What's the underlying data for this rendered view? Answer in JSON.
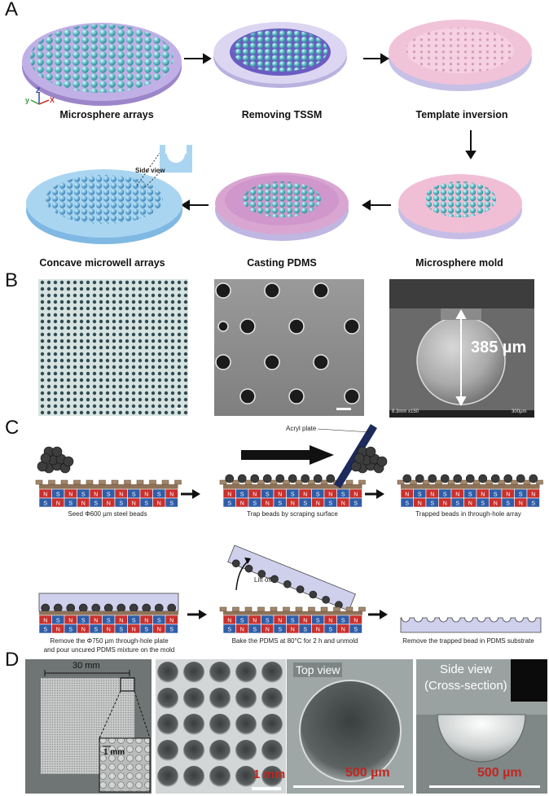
{
  "panels": {
    "a": {
      "letter": "A",
      "captions": [
        "Microsphere arrays",
        "Removing TSSM",
        "Template inversion",
        "Microsphere mold",
        "Casting PDMS",
        "Concave microwell arrays"
      ],
      "side_view_label": "Side view",
      "axes": {
        "z": "Z",
        "x": "X",
        "y": "y"
      }
    },
    "b": {
      "letter": "B",
      "measure_label": "385 µm",
      "sem_footer_left": "8.3mm x150",
      "sem_footer_right": "300µm"
    },
    "c": {
      "letter": "C",
      "acryl_label": "Acryl plate",
      "lift_label": "Lift off",
      "steps": [
        "Seed Φ600 µm steel beads",
        "Trap beads by scraping surface",
        "Trapped beads in through-hole array",
        "Remove the Φ750 µm through-hole plate",
        "and pour uncured PDMS mixture on the mold",
        "Bake the PDMS at 80°C for 2 h and unmold",
        "Remove the trapped bead in PDMS substrate"
      ],
      "magnet_n": "N",
      "magnet_s": "S"
    },
    "d": {
      "letter": "D",
      "dim_30": "30 mm",
      "dim_1": "1 mm",
      "scale_1mm": "1 mm",
      "top_view": "Top view",
      "side_view_1": "Side view",
      "side_view_2": "(Cross-section)",
      "scale_500_a": "500 µm",
      "scale_500_b": "500 µm"
    }
  },
  "colors": {
    "sphere": "#6fc6cf",
    "disk_purple": "#b7a6df",
    "disk_pink": "#efb5cf",
    "pdms_blue": "#9fd0ee",
    "magnet_red": "#c9302c",
    "magnet_blue": "#2f5da8",
    "plate_brown": "#a3876a"
  }
}
